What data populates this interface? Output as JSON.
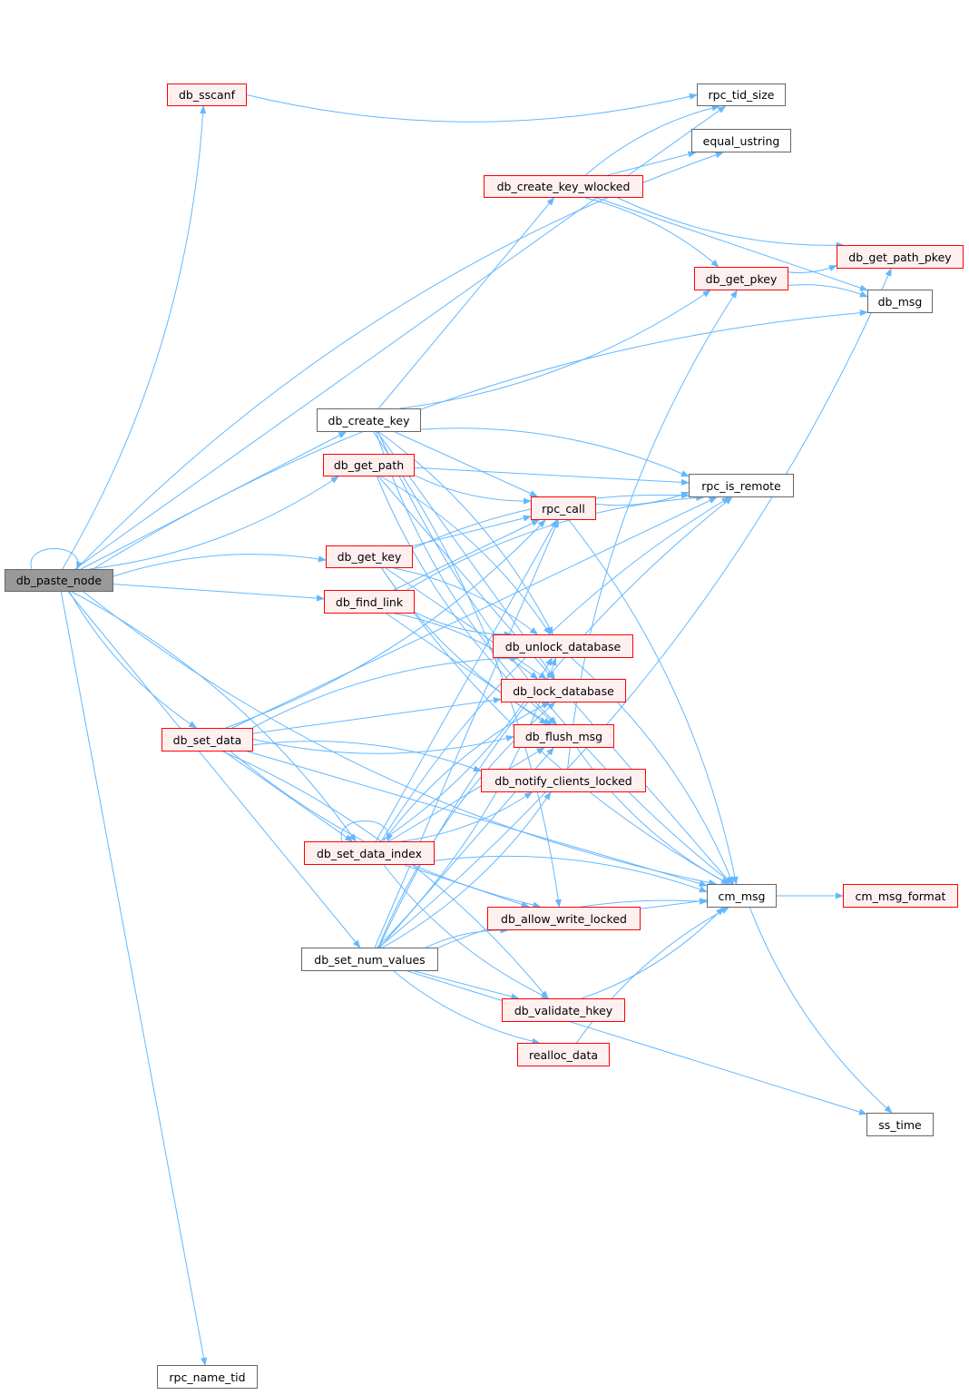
{
  "nodes": [
    {
      "id": "db_paste_node",
      "label": "db_paste_node",
      "style": "root"
    },
    {
      "id": "db_sscanf",
      "label": "db_sscanf",
      "style": "red"
    },
    {
      "id": "rpc_tid_size",
      "label": "rpc_tid_size",
      "style": "plain"
    },
    {
      "id": "equal_ustring",
      "label": "equal_ustring",
      "style": "plain"
    },
    {
      "id": "db_create_key_wlocked",
      "label": "db_create_key_wlocked",
      "style": "red"
    },
    {
      "id": "db_get_path_pkey",
      "label": "db_get_path_pkey",
      "style": "red"
    },
    {
      "id": "db_get_pkey",
      "label": "db_get_pkey",
      "style": "red"
    },
    {
      "id": "db_msg",
      "label": "db_msg",
      "style": "plain"
    },
    {
      "id": "db_create_key",
      "label": "db_create_key",
      "style": "plain"
    },
    {
      "id": "db_get_path",
      "label": "db_get_path",
      "style": "red"
    },
    {
      "id": "rpc_is_remote",
      "label": "rpc_is_remote",
      "style": "plain"
    },
    {
      "id": "rpc_call",
      "label": "rpc_call",
      "style": "red"
    },
    {
      "id": "db_get_key",
      "label": "db_get_key",
      "style": "red"
    },
    {
      "id": "db_find_link",
      "label": "db_find_link",
      "style": "red"
    },
    {
      "id": "db_unlock_database",
      "label": "db_unlock_database",
      "style": "red"
    },
    {
      "id": "db_lock_database",
      "label": "db_lock_database",
      "style": "red"
    },
    {
      "id": "db_set_data",
      "label": "db_set_data",
      "style": "red"
    },
    {
      "id": "db_flush_msg",
      "label": "db_flush_msg",
      "style": "red"
    },
    {
      "id": "db_notify_clients_locked",
      "label": "db_notify_clients_locked",
      "style": "red"
    },
    {
      "id": "db_set_data_index",
      "label": "db_set_data_index",
      "style": "red"
    },
    {
      "id": "cm_msg",
      "label": "cm_msg",
      "style": "plain"
    },
    {
      "id": "cm_msg_format",
      "label": "cm_msg_format",
      "style": "red"
    },
    {
      "id": "db_allow_write_locked",
      "label": "db_allow_write_locked",
      "style": "red"
    },
    {
      "id": "db_set_num_values",
      "label": "db_set_num_values",
      "style": "plain"
    },
    {
      "id": "db_validate_hkey",
      "label": "db_validate_hkey",
      "style": "red"
    },
    {
      "id": "realloc_data",
      "label": "realloc_data",
      "style": "red"
    },
    {
      "id": "ss_time",
      "label": "ss_time",
      "style": "plain"
    },
    {
      "id": "rpc_name_tid",
      "label": "rpc_name_tid",
      "style": "plain"
    }
  ],
  "edges": [
    [
      "db_paste_node",
      "db_paste_node"
    ],
    [
      "db_paste_node",
      "rpc_tid_size"
    ],
    [
      "db_paste_node",
      "db_sscanf"
    ],
    [
      "db_paste_node",
      "equal_ustring"
    ],
    [
      "db_paste_node",
      "db_create_key"
    ],
    [
      "db_paste_node",
      "db_get_path"
    ],
    [
      "db_paste_node",
      "db_get_key"
    ],
    [
      "db_paste_node",
      "db_find_link"
    ],
    [
      "db_paste_node",
      "db_set_data"
    ],
    [
      "db_paste_node",
      "db_set_data_index"
    ],
    [
      "db_paste_node",
      "db_set_num_values"
    ],
    [
      "db_paste_node",
      "cm_msg"
    ],
    [
      "db_paste_node",
      "db_msg"
    ],
    [
      "db_paste_node",
      "rpc_name_tid"
    ],
    [
      "db_sscanf",
      "rpc_tid_size"
    ],
    [
      "db_create_key_wlocked",
      "rpc_tid_size"
    ],
    [
      "db_create_key_wlocked",
      "equal_ustring"
    ],
    [
      "db_create_key_wlocked",
      "db_get_path_pkey"
    ],
    [
      "db_create_key_wlocked",
      "db_get_pkey"
    ],
    [
      "db_create_key_wlocked",
      "db_msg"
    ],
    [
      "db_get_pkey",
      "db_get_path_pkey"
    ],
    [
      "db_get_pkey",
      "db_msg"
    ],
    [
      "db_create_key",
      "db_create_key_wlocked"
    ],
    [
      "db_create_key",
      "db_get_pkey"
    ],
    [
      "db_create_key",
      "rpc_is_remote"
    ],
    [
      "db_create_key",
      "rpc_call"
    ],
    [
      "db_create_key",
      "cm_msg"
    ],
    [
      "db_create_key",
      "db_unlock_database"
    ],
    [
      "db_create_key",
      "db_lock_database"
    ],
    [
      "db_create_key",
      "db_flush_msg"
    ],
    [
      "db_create_key",
      "db_allow_write_locked"
    ],
    [
      "db_get_path",
      "rpc_is_remote"
    ],
    [
      "db_get_path",
      "rpc_call"
    ],
    [
      "db_get_path",
      "db_unlock_database"
    ],
    [
      "db_get_path",
      "db_lock_database"
    ],
    [
      "db_get_path",
      "db_flush_msg"
    ],
    [
      "db_get_key",
      "rpc_is_remote"
    ],
    [
      "db_get_key",
      "rpc_call"
    ],
    [
      "db_get_key",
      "cm_msg"
    ],
    [
      "db_get_key",
      "db_unlock_database"
    ],
    [
      "db_get_key",
      "db_lock_database"
    ],
    [
      "db_get_key",
      "db_flush_msg"
    ],
    [
      "db_find_link",
      "rpc_is_remote"
    ],
    [
      "db_find_link",
      "rpc_call"
    ],
    [
      "db_find_link",
      "db_unlock_database"
    ],
    [
      "db_find_link",
      "db_lock_database"
    ],
    [
      "db_find_link",
      "db_flush_msg"
    ],
    [
      "rpc_call",
      "rpc_is_remote"
    ],
    [
      "rpc_call",
      "cm_msg"
    ],
    [
      "db_set_data",
      "rpc_is_remote"
    ],
    [
      "db_set_data",
      "rpc_call"
    ],
    [
      "db_set_data",
      "db_unlock_database"
    ],
    [
      "db_set_data",
      "db_lock_database"
    ],
    [
      "db_set_data",
      "db_flush_msg"
    ],
    [
      "db_set_data",
      "db_notify_clients_locked"
    ],
    [
      "db_set_data",
      "db_set_data_index"
    ],
    [
      "db_set_data",
      "db_allow_write_locked"
    ],
    [
      "db_set_data",
      "db_validate_hkey"
    ],
    [
      "db_set_data",
      "cm_msg"
    ],
    [
      "db_set_data_index",
      "db_set_data_index"
    ],
    [
      "db_set_data_index",
      "rpc_is_remote"
    ],
    [
      "db_set_data_index",
      "rpc_call"
    ],
    [
      "db_set_data_index",
      "db_unlock_database"
    ],
    [
      "db_set_data_index",
      "db_lock_database"
    ],
    [
      "db_set_data_index",
      "db_flush_msg"
    ],
    [
      "db_set_data_index",
      "db_notify_clients_locked"
    ],
    [
      "db_set_data_index",
      "cm_msg"
    ],
    [
      "db_set_data_index",
      "db_allow_write_locked"
    ],
    [
      "db_set_data_index",
      "db_validate_hkey"
    ],
    [
      "db_set_num_values",
      "rpc_is_remote"
    ],
    [
      "db_set_num_values",
      "rpc_call"
    ],
    [
      "db_set_num_values",
      "db_unlock_database"
    ],
    [
      "db_set_num_values",
      "db_lock_database"
    ],
    [
      "db_set_num_values",
      "db_flush_msg"
    ],
    [
      "db_set_num_values",
      "db_notify_clients_locked"
    ],
    [
      "db_set_num_values",
      "db_allow_write_locked"
    ],
    [
      "db_set_num_values",
      "db_validate_hkey"
    ],
    [
      "db_set_num_values",
      "realloc_data"
    ],
    [
      "db_set_num_values",
      "cm_msg"
    ],
    [
      "db_set_num_values",
      "ss_time"
    ],
    [
      "db_set_num_values",
      "db_get_path_pkey"
    ],
    [
      "db_unlock_database",
      "cm_msg"
    ],
    [
      "db_lock_database",
      "cm_msg"
    ],
    [
      "db_flush_msg",
      "cm_msg"
    ],
    [
      "db_notify_clients_locked",
      "db_get_pkey"
    ],
    [
      "db_allow_write_locked",
      "cm_msg"
    ],
    [
      "db_validate_hkey",
      "cm_msg"
    ],
    [
      "realloc_data",
      "cm_msg"
    ],
    [
      "cm_msg",
      "cm_msg_format"
    ],
    [
      "cm_msg",
      "ss_time"
    ]
  ],
  "colors": {
    "edge": "#63b8ff",
    "root_fill": "#999999",
    "red_border": "#ff0000",
    "red_fill": "#fff0f0"
  }
}
